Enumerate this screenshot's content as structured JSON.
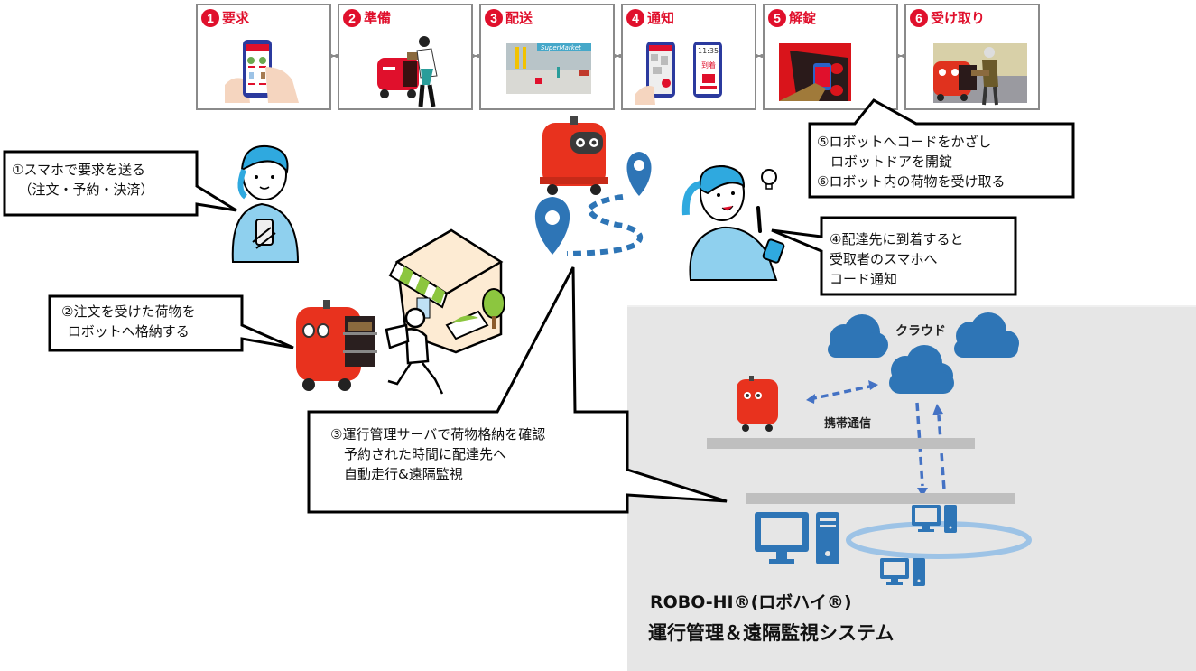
{
  "steps": [
    {
      "num": "1",
      "label": "要求",
      "pic": "smartphone-order-icon"
    },
    {
      "num": "2",
      "label": "準備",
      "pic": "robot-loading-icon"
    },
    {
      "num": "3",
      "label": "配送",
      "pic": "supermarket-delivery-icon",
      "sign": "SuperMarket"
    },
    {
      "num": "4",
      "label": "通知",
      "pic": "phone-notification-icon",
      "phone_time": "11:35",
      "phone_status": "到着"
    },
    {
      "num": "5",
      "label": "解錠",
      "pic": "unlock-door-icon"
    },
    {
      "num": "6",
      "label": "受け取り",
      "pic": "receive-package-icon"
    }
  ],
  "callouts": {
    "request": "①スマホで要求を送る\n　（注文・予約・決済）",
    "store": "②注文を受けた荷物を\nロボットへ格納する",
    "server": "③運行管理サーバで荷物格納を確認\n　予約された時間に配達先へ\n　自動走行&遠隔監視",
    "notify": "④配達先に到着すると\n受取者のスマホへ\nコード通知",
    "unlock": "⑤ロボットへコードをかざし\n　ロボットドアを開錠\n⑥ロボット内の荷物を受け取る"
  },
  "system": {
    "cloud_label": "クラウド",
    "mobile_label": "携帯通信",
    "name": "ROBO-HI®(ロボハイ®)",
    "subtitle": "運行管理＆遠隔監視システム"
  },
  "colors": {
    "accent_red": "#e0102c",
    "robot_red": "#e8321e",
    "icon_blue": "#2e75b6",
    "light_blue": "#9dc3e6",
    "panel_grey": "#e6e6e6",
    "bar_grey": "#bfbfbf"
  }
}
